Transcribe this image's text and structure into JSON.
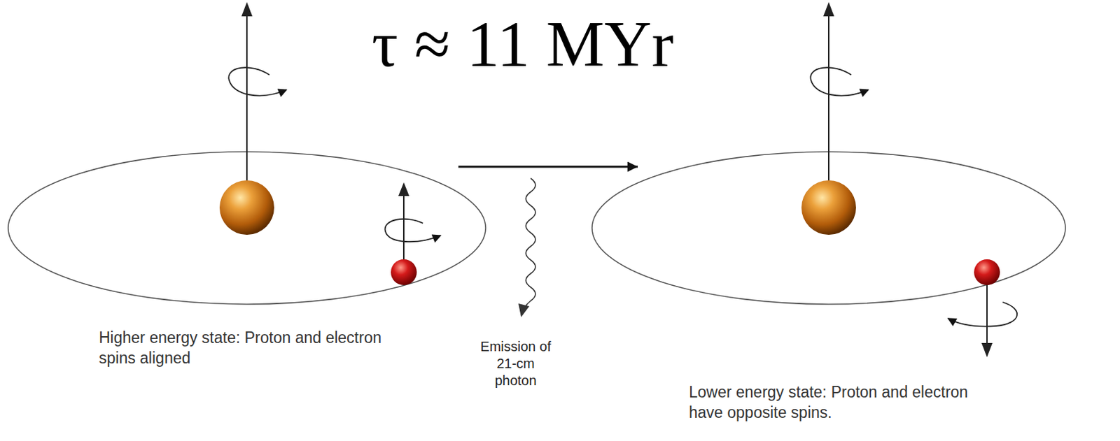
{
  "diagram": {
    "title": "τ ≈ 11 MYr",
    "nodes": [
      {
        "text": [
          "Higher energy state: Proton and electron spins aligned"
        ]
      },
      {
        "text": [
          "Lower energy state: Proton and electron have opposite spins."
        ]
      }
    ],
    "edges": [
      {
        "from": 0,
        "to": 1,
        "arrow": "to"
      }
    ],
    "labels": [
      "Emission of 21-cm photon"
    ]
  }
}
